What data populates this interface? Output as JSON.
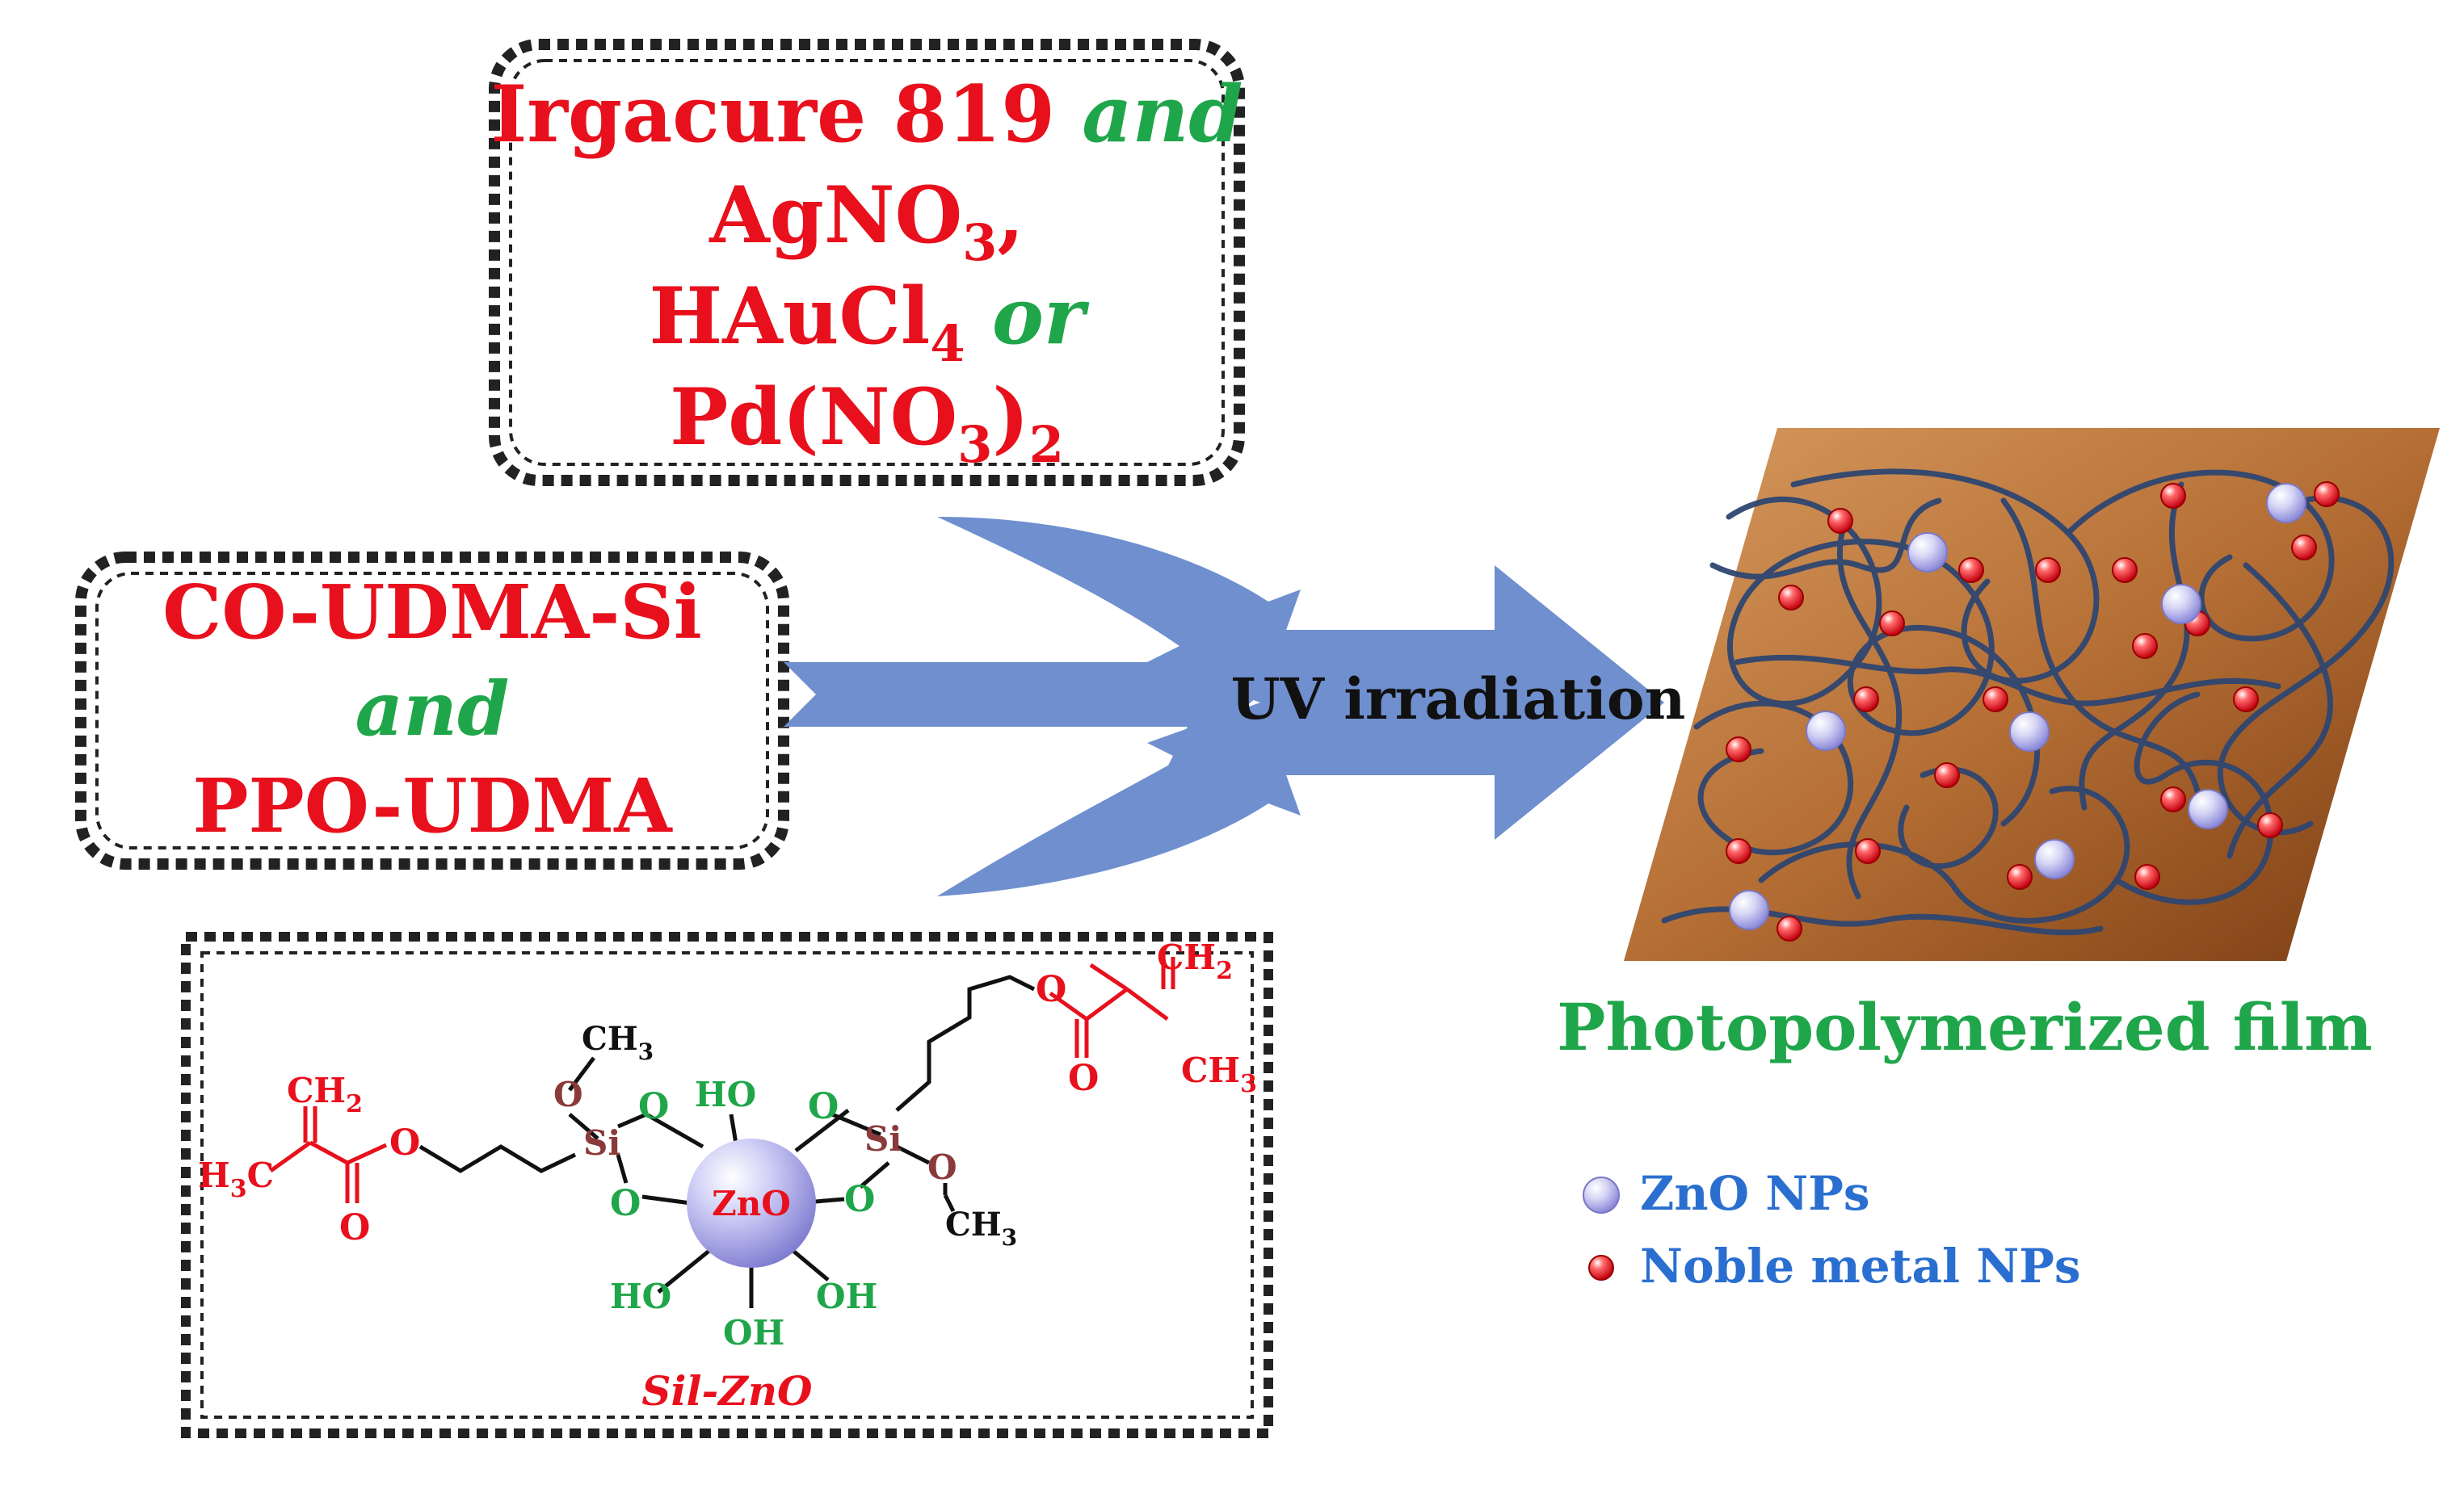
{
  "reagents_box": {
    "line1_main": "Irgacure 819",
    "line1_conj": "and",
    "line2": "AgNO",
    "line2_sub": "3",
    "line2_tail": ",",
    "line3": "HAuCl",
    "line3_sub": "4",
    "line3_conj": "or",
    "line4_a": "Pd(NO",
    "line4_sub1": "3",
    "line4_b": ")",
    "line4_sub2": "2"
  },
  "monomer_box": {
    "line1": "CO-UDMA-Si",
    "conj": "and",
    "line3": "PPO-UDMA"
  },
  "process_label": "UV irradiation",
  "film_label": "Photopolymerized film",
  "legend": [
    {
      "label": "ZnO NPs",
      "marker": "lavender-sphere"
    },
    {
      "label": "Noble metal NPs",
      "marker": "red-sphere"
    }
  ],
  "molecule": {
    "caption": "Sil-ZnO",
    "core": "ZnO",
    "groups": {
      "ch2_left": "CH",
      "ch2_left_sub": "2",
      "h3c_left": "H",
      "h3c_left_sub": "3",
      "h3c_left_tail": "C",
      "o_ester_left": "O",
      "o_carbonyl_left": "O",
      "si_left": "Si",
      "si_right": "Si",
      "o_methoxy_left": "O",
      "ch3_top_left": "CH",
      "ch3_top_left_sub": "3",
      "o_si_left_1": "O",
      "o_si_left_2": "O",
      "o_si_right_1": "O",
      "o_si_right_2": "O",
      "o_methoxy_right": "O",
      "ch3_bottom_right": "CH",
      "ch3_bottom_right_sub": "3",
      "ho_top": "HO",
      "ho_bottom_left": "HO",
      "oh_bottom": "OH",
      "oh_bottom_right": "OH",
      "o_ester_right": "O",
      "o_carbonyl_right": "O",
      "ch2_right": "CH",
      "ch2_right_sub": "2",
      "ch3_right": "CH",
      "ch3_right_sub": "3"
    }
  },
  "colors": {
    "reagent_text": "#e8101c",
    "conjunction_text": "#20a64a",
    "film_label": "#20a64a",
    "legend_text": "#2a6fd0",
    "arrow_fill": "#6f8fcf",
    "film_brown": "#b06a30",
    "noble_metal_np": "#e8101c",
    "zno_np": "#c9c8f2"
  }
}
